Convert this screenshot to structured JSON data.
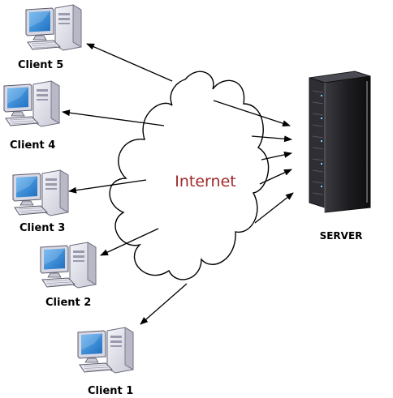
{
  "cloud": {
    "label": "Internet"
  },
  "server": {
    "label": "SERVER",
    "icon": "server-rack-icon"
  },
  "clients": [
    {
      "label": "Client 5",
      "icon": "desktop-computer-icon"
    },
    {
      "label": "Client 4",
      "icon": "desktop-computer-icon"
    },
    {
      "label": "Client 3",
      "icon": "desktop-computer-icon"
    },
    {
      "label": "Client 2",
      "icon": "desktop-computer-icon"
    },
    {
      "label": "Client 1",
      "icon": "desktop-computer-icon"
    }
  ],
  "colors": {
    "cloud_text": "#a02a2a",
    "screen": "#3a8fd8",
    "computer_body": "#e4e4ee",
    "server_body": "#2a2a2e"
  }
}
